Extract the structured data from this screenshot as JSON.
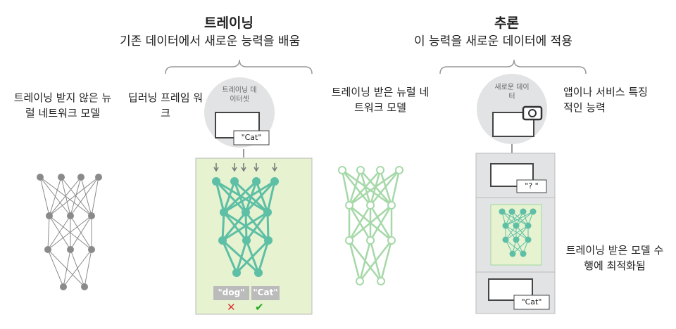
{
  "training": {
    "title": "트레이닝",
    "subtitle": "기존 데이터에서 새로운 능력을 배움",
    "dataset_label": "트레이닝 데이터셋",
    "cat_label": "\"Cat\"",
    "outputs": [
      "\"dog\"",
      "\"Cat\""
    ],
    "framework_label": "딥러닝 프레임 워크"
  },
  "inference": {
    "title": "추론",
    "subtitle": "이 능력을 새로운 데이터에 적용",
    "new_data_label": "새로운 데이터",
    "unknown_label": "\"? \"",
    "result_label": "\"Cat\"",
    "service_label": "앱이나 서비스 특징적인 능력",
    "optimized_label": "트레이닝 받은 모델 수행에 최적화됨"
  },
  "untrained_label": "트레이닝 받지 않은 뉴럴 네트워크 모델",
  "trained_label": "트레이닝 받은 뉴럴 네트워크 모델",
  "colors": {
    "gray_net": "#8a8a8a",
    "teal_net": "#5dbfa6",
    "light_net": "#a6d8a8",
    "box_green": "#e6f2d0",
    "box_gray": "#e2e3e4"
  }
}
